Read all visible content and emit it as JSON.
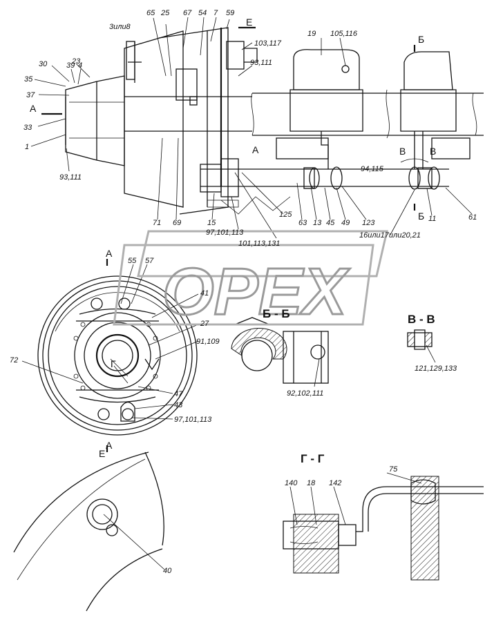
{
  "labels_top": [
    {
      "id": "l-3ili8",
      "text": "3или8"
    },
    {
      "id": "l-65",
      "text": "65"
    },
    {
      "id": "l-25",
      "text": "25"
    },
    {
      "id": "l-67",
      "text": "67"
    },
    {
      "id": "l-54",
      "text": "54"
    },
    {
      "id": "l-7",
      "text": "7"
    },
    {
      "id": "l-59",
      "text": "59"
    },
    {
      "id": "l-E-arrow",
      "text": "Е"
    },
    {
      "id": "l-19",
      "text": "19"
    },
    {
      "id": "l-105116",
      "text": "105,116"
    },
    {
      "id": "l-B-top",
      "text": "Б"
    },
    {
      "id": "l-103117",
      "text": "103,117"
    },
    {
      "id": "l-93111a",
      "text": "93,111"
    },
    {
      "id": "l-30",
      "text": "30"
    },
    {
      "id": "l-39",
      "text": "39"
    },
    {
      "id": "l-4",
      "text": "4"
    },
    {
      "id": "l-23",
      "text": "23"
    },
    {
      "id": "l-35",
      "text": "35"
    },
    {
      "id": "l-37",
      "text": "37"
    },
    {
      "id": "l-A-left",
      "text": "А"
    },
    {
      "id": "l-33",
      "text": "33"
    },
    {
      "id": "l-1",
      "text": "1"
    },
    {
      "id": "l-93111b",
      "text": "93,111"
    },
    {
      "id": "l-A-mid",
      "text": "А"
    },
    {
      "id": "l-V-left",
      "text": "В"
    },
    {
      "id": "l-V-right",
      "text": "В"
    },
    {
      "id": "l-94115",
      "text": "94,115"
    },
    {
      "id": "l-71",
      "text": "71"
    },
    {
      "id": "l-69",
      "text": "69"
    },
    {
      "id": "l-15",
      "text": "15"
    },
    {
      "id": "l-125",
      "text": "125"
    },
    {
      "id": "l-63",
      "text": "63"
    },
    {
      "id": "l-13",
      "text": "13"
    },
    {
      "id": "l-45",
      "text": "45"
    },
    {
      "id": "l-49",
      "text": "49"
    },
    {
      "id": "l-123",
      "text": "123"
    },
    {
      "id": "l-B-bot",
      "text": "Б"
    },
    {
      "id": "l-11",
      "text": "11"
    },
    {
      "id": "l-61",
      "text": "61"
    },
    {
      "id": "l-97101113a",
      "text": "97,101,113"
    },
    {
      "id": "l-101113131",
      "text": "101,113,131"
    },
    {
      "id": "l-16ili",
      "text": "16или17или20,21"
    }
  ],
  "labels_view_a": [
    {
      "id": "l-A-view",
      "text": "А"
    },
    {
      "id": "l-55",
      "text": "55"
    },
    {
      "id": "l-57",
      "text": "57"
    },
    {
      "id": "l-41",
      "text": "41"
    },
    {
      "id": "l-27",
      "text": "27"
    },
    {
      "id": "l-91109",
      "text": "91,109"
    },
    {
      "id": "l-72",
      "text": "72"
    },
    {
      "id": "l-G-center",
      "text": "Г"
    },
    {
      "id": "l-47",
      "text": "47"
    },
    {
      "id": "l-43",
      "text": "43"
    },
    {
      "id": "l-97101113b",
      "text": "97,101,113"
    },
    {
      "id": "l-A-bottom",
      "text": "А"
    }
  ],
  "section_bb": {
    "title": "Б - Б",
    "label": "92,102,111"
  },
  "section_vv": {
    "title": "В - В",
    "label": "121,129,133"
  },
  "section_e": {
    "title": "Е",
    "label": "40"
  },
  "section_gg": {
    "title": "Г - Г",
    "labels": [
      "140",
      "18",
      "142",
      "75"
    ]
  },
  "watermark": {
    "text": "OPEX"
  }
}
